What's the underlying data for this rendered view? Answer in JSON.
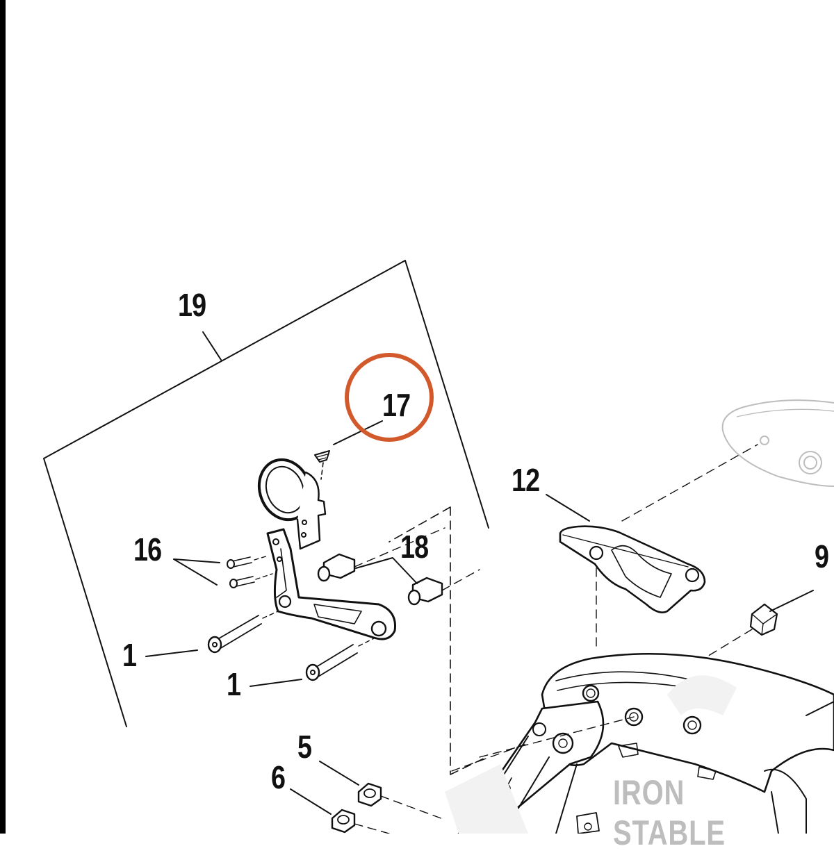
{
  "diagram": {
    "callouts": {
      "c19": "19",
      "c17": "17",
      "c16": "16",
      "c18": "18",
      "c1a": "1",
      "c1b": "1",
      "c12": "12",
      "c9": "9",
      "c5": "5",
      "c6": "6"
    },
    "watermark": "IRON STABLE",
    "highlight_color": "#d2592b",
    "line_color": "#111111",
    "ghost_color": "#bdbdbd"
  }
}
